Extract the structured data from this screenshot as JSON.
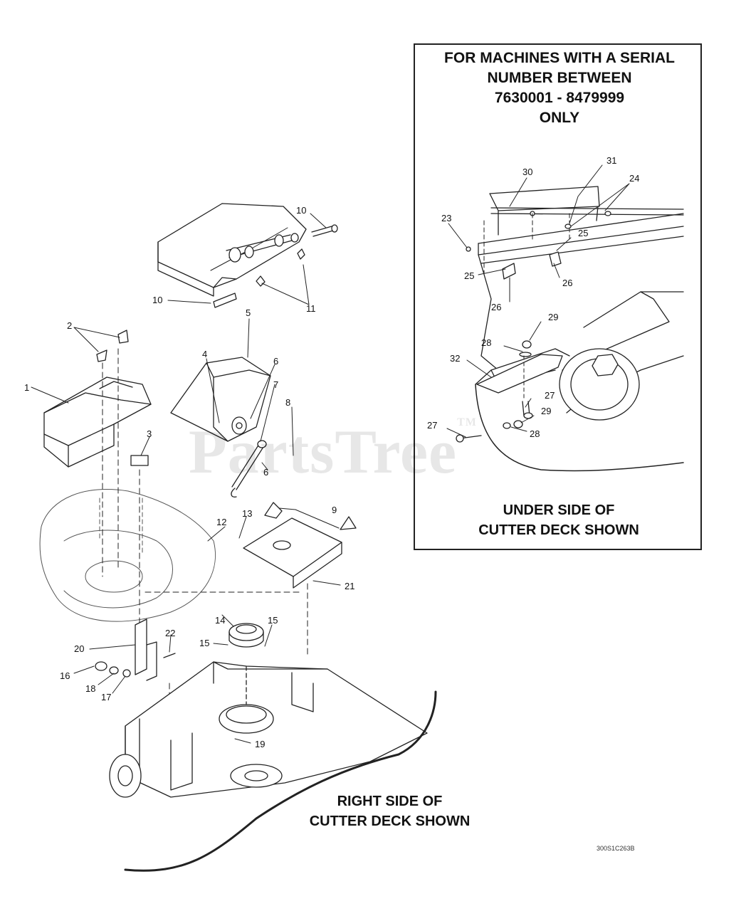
{
  "inset": {
    "title_lines": [
      "FOR MACHINES WITH A SERIAL",
      "NUMBER BETWEEN",
      "7630001 - 8479999",
      "ONLY"
    ],
    "caption_lines": [
      "UNDER SIDE OF",
      "CUTTER DECK SHOWN"
    ]
  },
  "main": {
    "caption_lines": [
      "RIGHT SIDE OF",
      "CUTTER DECK SHOWN"
    ]
  },
  "watermark": {
    "text": "PartsTree",
    "mark": "TM"
  },
  "drawing_code": "300S1C263B",
  "callouts": {
    "c1": "1",
    "c2": "2",
    "c3": "3",
    "c4": "4",
    "c5": "5",
    "c6a": "6",
    "c6b": "6",
    "c7": "7",
    "c8": "8",
    "c9": "9",
    "c10a": "10",
    "c10b": "10",
    "c11": "11",
    "c12": "12",
    "c13": "13",
    "c14": "14",
    "c15a": "15",
    "c15b": "15",
    "c16": "16",
    "c17": "17",
    "c18": "18",
    "c19": "19",
    "c20": "20",
    "c21": "21",
    "c22": "22",
    "c23": "23",
    "c24": "24",
    "c25a": "25",
    "c25b": "25",
    "c26a": "26",
    "c26b": "26",
    "c27a": "27",
    "c27b": "27",
    "c28a": "28",
    "c28b": "28",
    "c29a": "29",
    "c29b": "29",
    "c30": "30",
    "c31": "31",
    "c32": "32"
  }
}
